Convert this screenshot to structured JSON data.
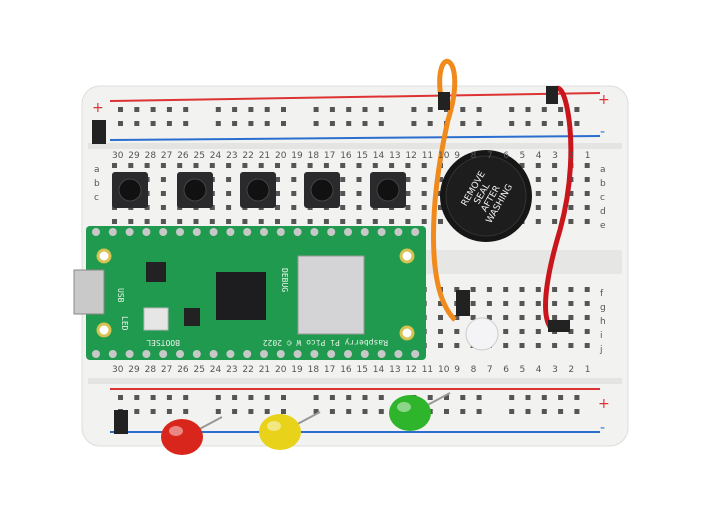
{
  "breadboard": {
    "rail_plus": "+",
    "rail_minus": "-",
    "row_letters_top": [
      "a",
      "b",
      "c",
      "d",
      "e"
    ],
    "row_letters_bottom": [
      "f",
      "g",
      "h",
      "i",
      "j"
    ],
    "column_numbers": [
      "30",
      "29",
      "28",
      "27",
      "26",
      "25",
      "24",
      "23",
      "22",
      "21",
      "20",
      "19",
      "18",
      "17",
      "16",
      "15",
      "14",
      "13",
      "12",
      "11",
      "10",
      "9",
      "8",
      "7",
      "6",
      "5",
      "4",
      "3",
      "2",
      "1"
    ]
  },
  "pico": {
    "name": "Raspberry Pi Pico W © 2022",
    "bootsel": "BOOTSEL",
    "debug": "DEBUG",
    "led": "LED",
    "usb": "USB"
  },
  "buzzer": {
    "line1": "REMOVE",
    "line2": "SEAL",
    "line3": "AFTER",
    "line4": "WASHING"
  },
  "leds": {
    "colors": [
      "#d9261c",
      "#e8d31a",
      "#2fb52b"
    ]
  },
  "colors": {
    "pcb": "#1f9a4e",
    "rail_red": "#d33",
    "rail_blue": "#2a6fd0",
    "wire_orange": "#f08a1c",
    "wire_red": "#c8161c"
  }
}
